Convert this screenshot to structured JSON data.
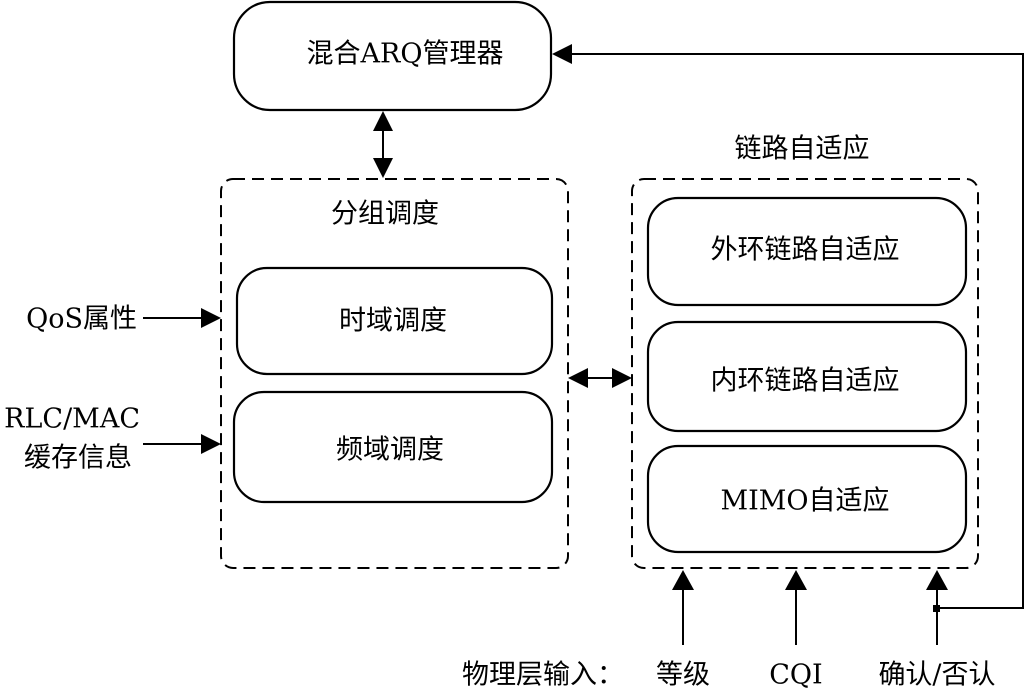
{
  "diagram": {
    "harq_manager": {
      "label": "混合ARQ管理器"
    },
    "packet_scheduling": {
      "title": "分组调度",
      "time_domain": "时域调度",
      "freq_domain": "频域调度"
    },
    "link_adaptation": {
      "title": "链路自适应",
      "outer_loop": "外环链路自适应",
      "inner_loop": "内环链路自适应",
      "mimo": "MIMO自适应"
    },
    "left_inputs": {
      "qos": "QoS属性",
      "rlc_mac_line1": "RLC/MAC",
      "rlc_mac_line2": "缓存信息"
    },
    "phy_inputs": {
      "prefix": "物理层输入：",
      "rank": "等级",
      "cqi": "CQI",
      "ack_nack": "确认/否认"
    }
  }
}
